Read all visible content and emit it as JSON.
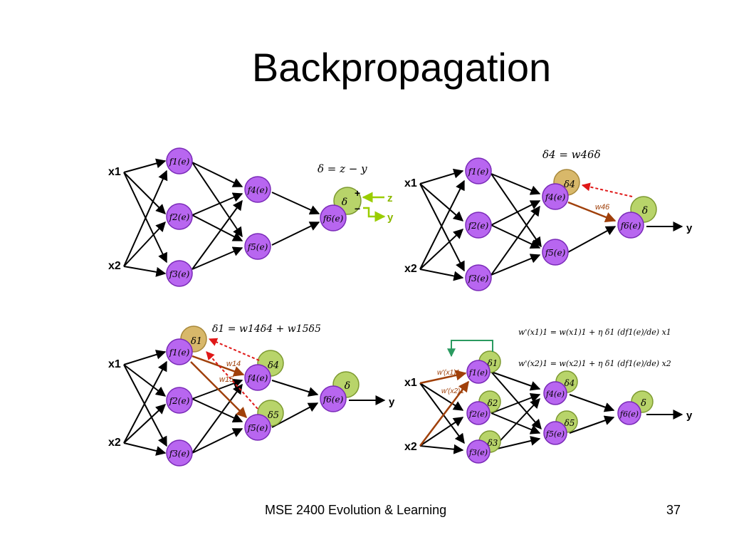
{
  "slide": {
    "title": "Backpropagation",
    "footer": "MSE 2400 Evolution & Learning",
    "page_number": "37"
  },
  "colors": {
    "neuron_fill": "#b866f0",
    "neuron_stroke": "#7a2ab8",
    "delta_green": "#b8d46a",
    "delta_tan": "#d8b86a",
    "arrow_green": "#9acd00",
    "arrow_red": "#e01818",
    "arrow_brown": "#a0400a",
    "loop_green": "#2a9a60"
  },
  "panels": [
    {
      "id": "output-error",
      "formula": "δ = z − y",
      "inputs": [
        "x1",
        "x2"
      ],
      "neurons": [
        "f1(e)",
        "f2(e)",
        "f3(e)",
        "f4(e)",
        "f5(e)",
        "f6(e)"
      ],
      "delta_nodes": [
        "δ"
      ],
      "target_labels": [
        "z",
        "y"
      ],
      "sign_labels": [
        "+",
        "−"
      ]
    },
    {
      "id": "hidden-delta-4",
      "formula": "δ4 = w46δ",
      "inputs": [
        "x1",
        "x2"
      ],
      "neurons": [
        "f1(e)",
        "f2(e)",
        "f3(e)",
        "f4(e)",
        "f5(e)",
        "f6(e)"
      ],
      "delta_nodes": [
        "δ4",
        "δ"
      ],
      "weight_labels": [
        "w46"
      ],
      "output_label": "y"
    },
    {
      "id": "hidden-delta-1",
      "formula": "δ1 = w14δ4 + w15δ5",
      "inputs": [
        "x1",
        "x2"
      ],
      "neurons": [
        "f1(e)",
        "f2(e)",
        "f3(e)",
        "f4(e)",
        "f5(e)",
        "f6(e)"
      ],
      "delta_nodes": [
        "δ1",
        "δ4",
        "δ5",
        "δ"
      ],
      "weight_labels": [
        "w14",
        "w15"
      ],
      "output_label": "y"
    },
    {
      "id": "weight-update",
      "formulas": [
        "w'(x1)1 = w(x1)1 + η δ1 (df1(e)/de) x1",
        "w'(x2)1 = w(x2)1 + η δ1 (df1(e)/de) x2"
      ],
      "inputs": [
        "x1",
        "x2"
      ],
      "neurons": [
        "f1(e)",
        "f2(e)",
        "f3(e)",
        "f4(e)",
        "f5(e)",
        "f6(e)"
      ],
      "delta_nodes": [
        "δ1",
        "δ2",
        "δ3",
        "δ4",
        "δ5",
        "δ"
      ],
      "weight_labels": [
        "w'(x1)1",
        "w'(x2)1"
      ],
      "output_label": "y"
    }
  ]
}
